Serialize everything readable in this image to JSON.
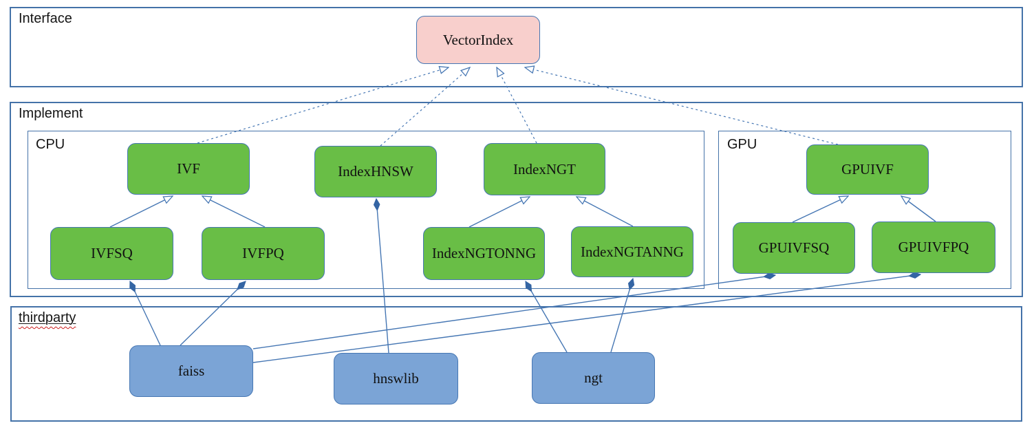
{
  "diagram": {
    "type": "uml-class-diagram",
    "containers": {
      "interface": {
        "label": "Interface"
      },
      "implement": {
        "label": "Implement"
      },
      "cpu": {
        "label": "CPU"
      },
      "gpu": {
        "label": "GPU"
      },
      "thirdparty": {
        "label": "thirdparty"
      }
    },
    "nodes": {
      "vectorindex": {
        "label": "VectorIndex",
        "kind": "interface"
      },
      "ivf": {
        "label": "IVF",
        "kind": "implementation"
      },
      "indexhnsw": {
        "label": "IndexHNSW",
        "kind": "implementation"
      },
      "indexngt": {
        "label": "IndexNGT",
        "kind": "implementation"
      },
      "ivfsq": {
        "label": "IVFSQ",
        "kind": "implementation"
      },
      "ivfpq": {
        "label": "IVFPQ",
        "kind": "implementation"
      },
      "indexngtonng": {
        "label": "IndexNGTONNG",
        "kind": "implementation"
      },
      "indexngtanng": {
        "label": "IndexNGTANNG",
        "kind": "implementation"
      },
      "gpuivf": {
        "label": "GPUIVF",
        "kind": "implementation"
      },
      "gpuivfsq": {
        "label": "GPUIVFSQ",
        "kind": "implementation"
      },
      "gpuivfpq": {
        "label": "GPUIVFPQ",
        "kind": "implementation"
      },
      "faiss": {
        "label": "faiss",
        "kind": "thirdparty-library"
      },
      "hnswlib": {
        "label": "hnswlib",
        "kind": "thirdparty-library"
      },
      "ngt": {
        "label": "ngt",
        "kind": "thirdparty-library"
      }
    },
    "relations": [
      {
        "from": "IVF",
        "to": "VectorIndex",
        "type": "realization-dashed-hollow-arrow"
      },
      {
        "from": "IndexHNSW",
        "to": "VectorIndex",
        "type": "realization-dashed-hollow-arrow"
      },
      {
        "from": "IndexNGT",
        "to": "VectorIndex",
        "type": "realization-dashed-hollow-arrow"
      },
      {
        "from": "GPUIVF",
        "to": "VectorIndex",
        "type": "realization-dashed-hollow-arrow"
      },
      {
        "from": "IVFSQ",
        "to": "IVF",
        "type": "generalization-hollow-arrow"
      },
      {
        "from": "IVFPQ",
        "to": "IVF",
        "type": "generalization-hollow-arrow"
      },
      {
        "from": "IndexNGTONNG",
        "to": "IndexNGT",
        "type": "generalization-hollow-arrow"
      },
      {
        "from": "IndexNGTANNG",
        "to": "IndexNGT",
        "type": "generalization-hollow-arrow"
      },
      {
        "from": "GPUIVFSQ",
        "to": "GPUIVF",
        "type": "generalization-hollow-arrow"
      },
      {
        "from": "GPUIVFPQ",
        "to": "GPUIVF",
        "type": "generalization-hollow-arrow"
      },
      {
        "from": "faiss",
        "to": "IVFSQ",
        "type": "composition-filled-diamond"
      },
      {
        "from": "faiss",
        "to": "IVFPQ",
        "type": "composition-filled-diamond"
      },
      {
        "from": "faiss",
        "to": "GPUIVFSQ",
        "type": "composition-filled-diamond"
      },
      {
        "from": "faiss",
        "to": "GPUIVFPQ",
        "type": "composition-filled-diamond"
      },
      {
        "from": "hnswlib",
        "to": "IndexHNSW",
        "type": "composition-filled-diamond"
      },
      {
        "from": "ngt",
        "to": "IndexNGTONNG",
        "type": "composition-filled-diamond"
      },
      {
        "from": "ngt",
        "to": "IndexNGTANNG",
        "type": "composition-filled-diamond"
      }
    ],
    "colors": {
      "container_border": "#4472a8",
      "interface_node_fill": "#f8cfcc",
      "implementation_node_fill": "#69be46",
      "library_node_fill": "#7ba4d6",
      "node_border": "#4576b3",
      "connector": "#4576b3",
      "composition_diamond_fill": "#3465a4",
      "spellcheck_underline": "#cc1a1a",
      "text": "#111111"
    }
  }
}
